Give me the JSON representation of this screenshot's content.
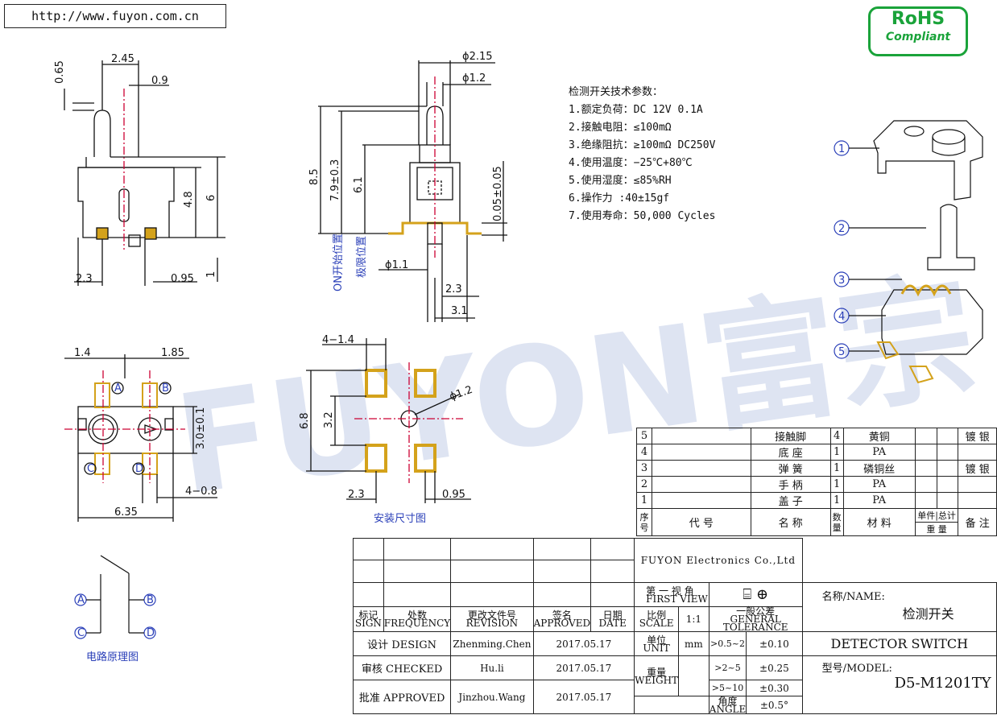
{
  "header": {
    "url": "http://www.fuyon.com.cn"
  },
  "badge": {
    "line1": "RoHS",
    "line2": "Compliant"
  },
  "watermark": {
    "text": "FUYON富宗"
  },
  "specs": {
    "title": "检测开关技术参数：",
    "items": [
      "1.额定负荷：DC 12V 0.1A",
      "2.接触电阻：≤100mΩ",
      "3.绝缘阻抗：≥100mΩ DC250V",
      "4.使用温度：−25℃+80℃",
      "5.使用湿度：≤85%RH",
      "6.操作力 :40±15gf",
      "7.使用寿命：50,000 Cycles"
    ]
  },
  "dims": {
    "side": {
      "d0_65": "0.65",
      "d2_45": "2.45",
      "d0_9": "0.9",
      "d4_8": "4.8",
      "d6": "6",
      "d2_3": "2.3",
      "d0_95": "0.95",
      "d1": "1"
    },
    "front": {
      "phi2_15": "ϕ2.15",
      "phi1_2": "ϕ1.2",
      "d8_5": "8.5",
      "d7_9": "7.9±0.3",
      "d6_1": "6.1",
      "d0_05": "0.05±0.05",
      "phi1_1": "ϕ1.1",
      "d2_3": "2.3",
      "d3_1": "3.1",
      "on_pos": "ON开始位置",
      "limit_pos": "极限位置"
    },
    "top": {
      "d1_4": "1.4",
      "d1_85": "1.85",
      "d3_0": "3.0±0.1",
      "d4_0_8": "4−0.8",
      "d6_35": "6.35",
      "pinA": "A",
      "pinB": "B",
      "pinC": "C",
      "pinD": "D"
    },
    "pcb": {
      "d4_1_4": "4−1.4",
      "phi1_2": "ϕ1.2",
      "d6_8": "6.8",
      "d3_2": "3.2",
      "d2_3": "2.3",
      "d0_95": "0.95",
      "caption": "安装尺寸图"
    },
    "circuit": {
      "caption": "电路原理图",
      "pinA": "A",
      "pinB": "B",
      "pinC": "C",
      "pinD": "D"
    },
    "exploded": {
      "n1": "1",
      "n2": "2",
      "n3": "3",
      "n4": "4",
      "n5": "5"
    }
  },
  "bom": {
    "rows": [
      {
        "no": "5",
        "code": "",
        "name": "接触脚",
        "qty": "4",
        "mat": "黄铜",
        "note": "镀 银"
      },
      {
        "no": "4",
        "code": "",
        "name": "底 座",
        "qty": "1",
        "mat": "PA",
        "note": ""
      },
      {
        "no": "3",
        "code": "",
        "name": "弹 簧",
        "qty": "1",
        "mat": "磷铜丝",
        "note": "镀 银"
      },
      {
        "no": "2",
        "code": "",
        "name": "手 柄",
        "qty": "1",
        "mat": "PA",
        "note": ""
      },
      {
        "no": "1",
        "code": "",
        "name": "盖 子",
        "qty": "1",
        "mat": "PA",
        "note": ""
      }
    ],
    "head": {
      "no": "序号",
      "code": "代 号",
      "name": "名 称",
      "qty": "数量",
      "mat": "材 料",
      "single": "单件",
      "total": "总计",
      "weight": "重 量",
      "note": "备 注"
    }
  },
  "titleblock": {
    "company": "FUYON Electronics Co.,Ltd",
    "mark_cn": "标记",
    "mark_en": "SIGN",
    "freq_cn": "处数",
    "freq_en": "FREQUENCY",
    "rev_cn": "更改文件号",
    "rev_en": "REVISION",
    "sign_cn": "签名",
    "sign_en": "APPROVED",
    "date_cn": "日期",
    "date_en": "DATE",
    "view_cn": "第 一 视 角",
    "view_en": "FIRST VIEW",
    "scale_cn": "比例",
    "scale_en": "SCALE",
    "scale": "1:1",
    "tol_cn": "一般公差",
    "tol_en": "GENERAL TOLERANCE",
    "unit_cn": "单位",
    "unit_en": "UNIT",
    "unit": "mm",
    "weight_cn": "重量",
    "weight_en": "WEIGHT",
    "angle_cn": "角度",
    "angle_en": "ANGLE",
    "tol": [
      {
        "range": ">0.5~2",
        "val": "±0.10"
      },
      {
        "range": ">2~5",
        "val": "±0.25"
      },
      {
        "range": ">5~10",
        "val": "±0.30"
      }
    ],
    "angle_tol": "±0.5°",
    "design_label": "设计 DESIGN",
    "design_name": "Zhenming.Chen",
    "design_date": "2017.05.17",
    "check_label": "审核 CHECKED",
    "check_name": "Hu.li",
    "check_date": "2017.05.17",
    "approve_label": "批准 APPROVED",
    "approve_name": "Jinzhou.Wang",
    "approve_date": "2017.05.17",
    "name_label": "名称/NAME:",
    "name_cn": "检测开关",
    "name_en": "DETECTOR  SWITCH",
    "model_label": "型号/MODEL:",
    "model": "D5-M1201TY"
  },
  "colors": {
    "line": "#111111",
    "dim_blue": "#2a3fb8",
    "brass": "#d4a21b",
    "rohs": "#1aa33a",
    "watermark": "#c9d3ea"
  }
}
